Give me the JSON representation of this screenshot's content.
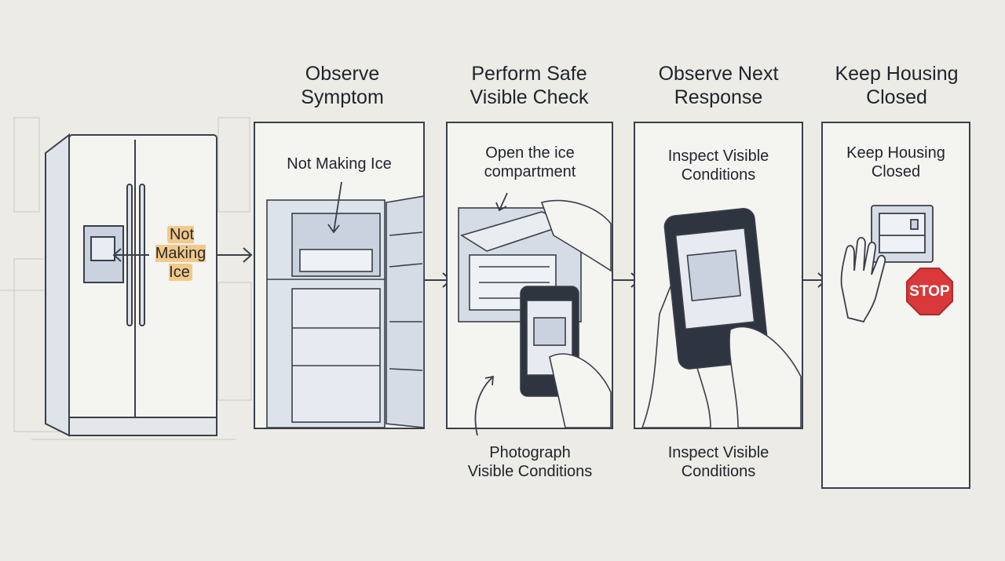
{
  "fridge_label": "Not\nMaking\nIce",
  "steps": [
    {
      "heading": "Observe\nSymptom",
      "panel_label": "Not Making Ice",
      "caption": ""
    },
    {
      "heading": "Perform Safe\nVisible Check",
      "panel_label": "Open the ice\ncompartment",
      "caption": "Photograph\nVisible Conditions"
    },
    {
      "heading": "Observe Next\nResponse",
      "panel_label": "Inspect Visible\nConditions",
      "caption": "Inspect Visible\nConditions"
    },
    {
      "heading": "Keep Housing\nClosed",
      "panel_label": "Keep Housing\nClosed",
      "caption": "",
      "stop_sign": "STOP"
    }
  ],
  "colors": {
    "background": "#ecebe6",
    "line": "#3a3f48",
    "highlight": "#f1c98a",
    "stop": "#d9393a",
    "panel_fill": "#f4f4f1",
    "shade": "#c9d2de"
  },
  "icons": [
    "refrigerator-icon",
    "arrow-right-icon",
    "hand-icon",
    "phone-icon",
    "stop-sign-icon",
    "housing-panel-icon"
  ]
}
